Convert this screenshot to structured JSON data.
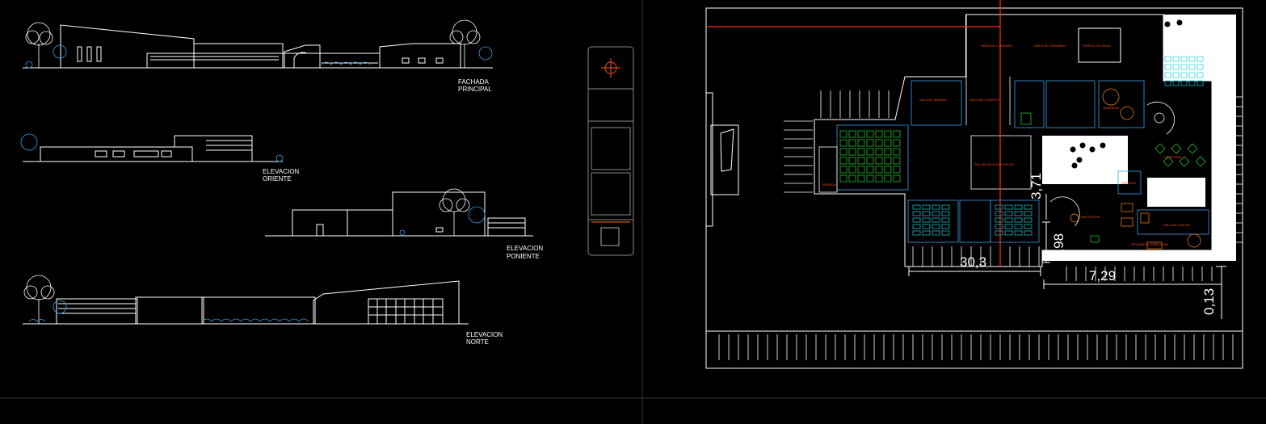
{
  "elevations": {
    "principal": [
      "FACHADA",
      "PRINCIPAL"
    ],
    "oriente": [
      "ELEVACION",
      "ORIENTE"
    ],
    "poniente": [
      "ELEVACION",
      "PONIENTE"
    ],
    "norte": [
      "ELEVACION",
      "NORTE"
    ]
  },
  "dimensions": {
    "width_main": "30,3",
    "height_a": "3,71",
    "height_b": "7,98",
    "width_b": "7,29",
    "offset": "0,13"
  },
  "rooms": {
    "area_comunes_a": "AREA DE COMUNES",
    "area_comunes_b": "AREA DE COMUNES",
    "espejo_agua": "ESPEJO DE AGUA",
    "sala_imagen": "SALA DE IMAGEN",
    "area_computo": "AREA DE COMPUTO",
    "gimnasio": "GIMNASIO",
    "recepcion": "RECEPCION",
    "cafeteria": "CAFETERIA",
    "archivo": "ARCHIVO",
    "bodega": "BODEGA",
    "salon_usos": "SALON USOS MULTIPLES",
    "oficinas": "OFICINAS Y DIRECCION",
    "sala_juntas": "SALA DE JUNTAS"
  },
  "colors": {
    "line": "#ffffff",
    "tree": "#ffffff",
    "shrub": "#3da0e0",
    "accent_red": "#ff2a2a",
    "room_label": "#ff4a1a",
    "seating_green": "#22dd33",
    "seating_cyan": "#22ccdd",
    "frame_gray": "#333333"
  }
}
